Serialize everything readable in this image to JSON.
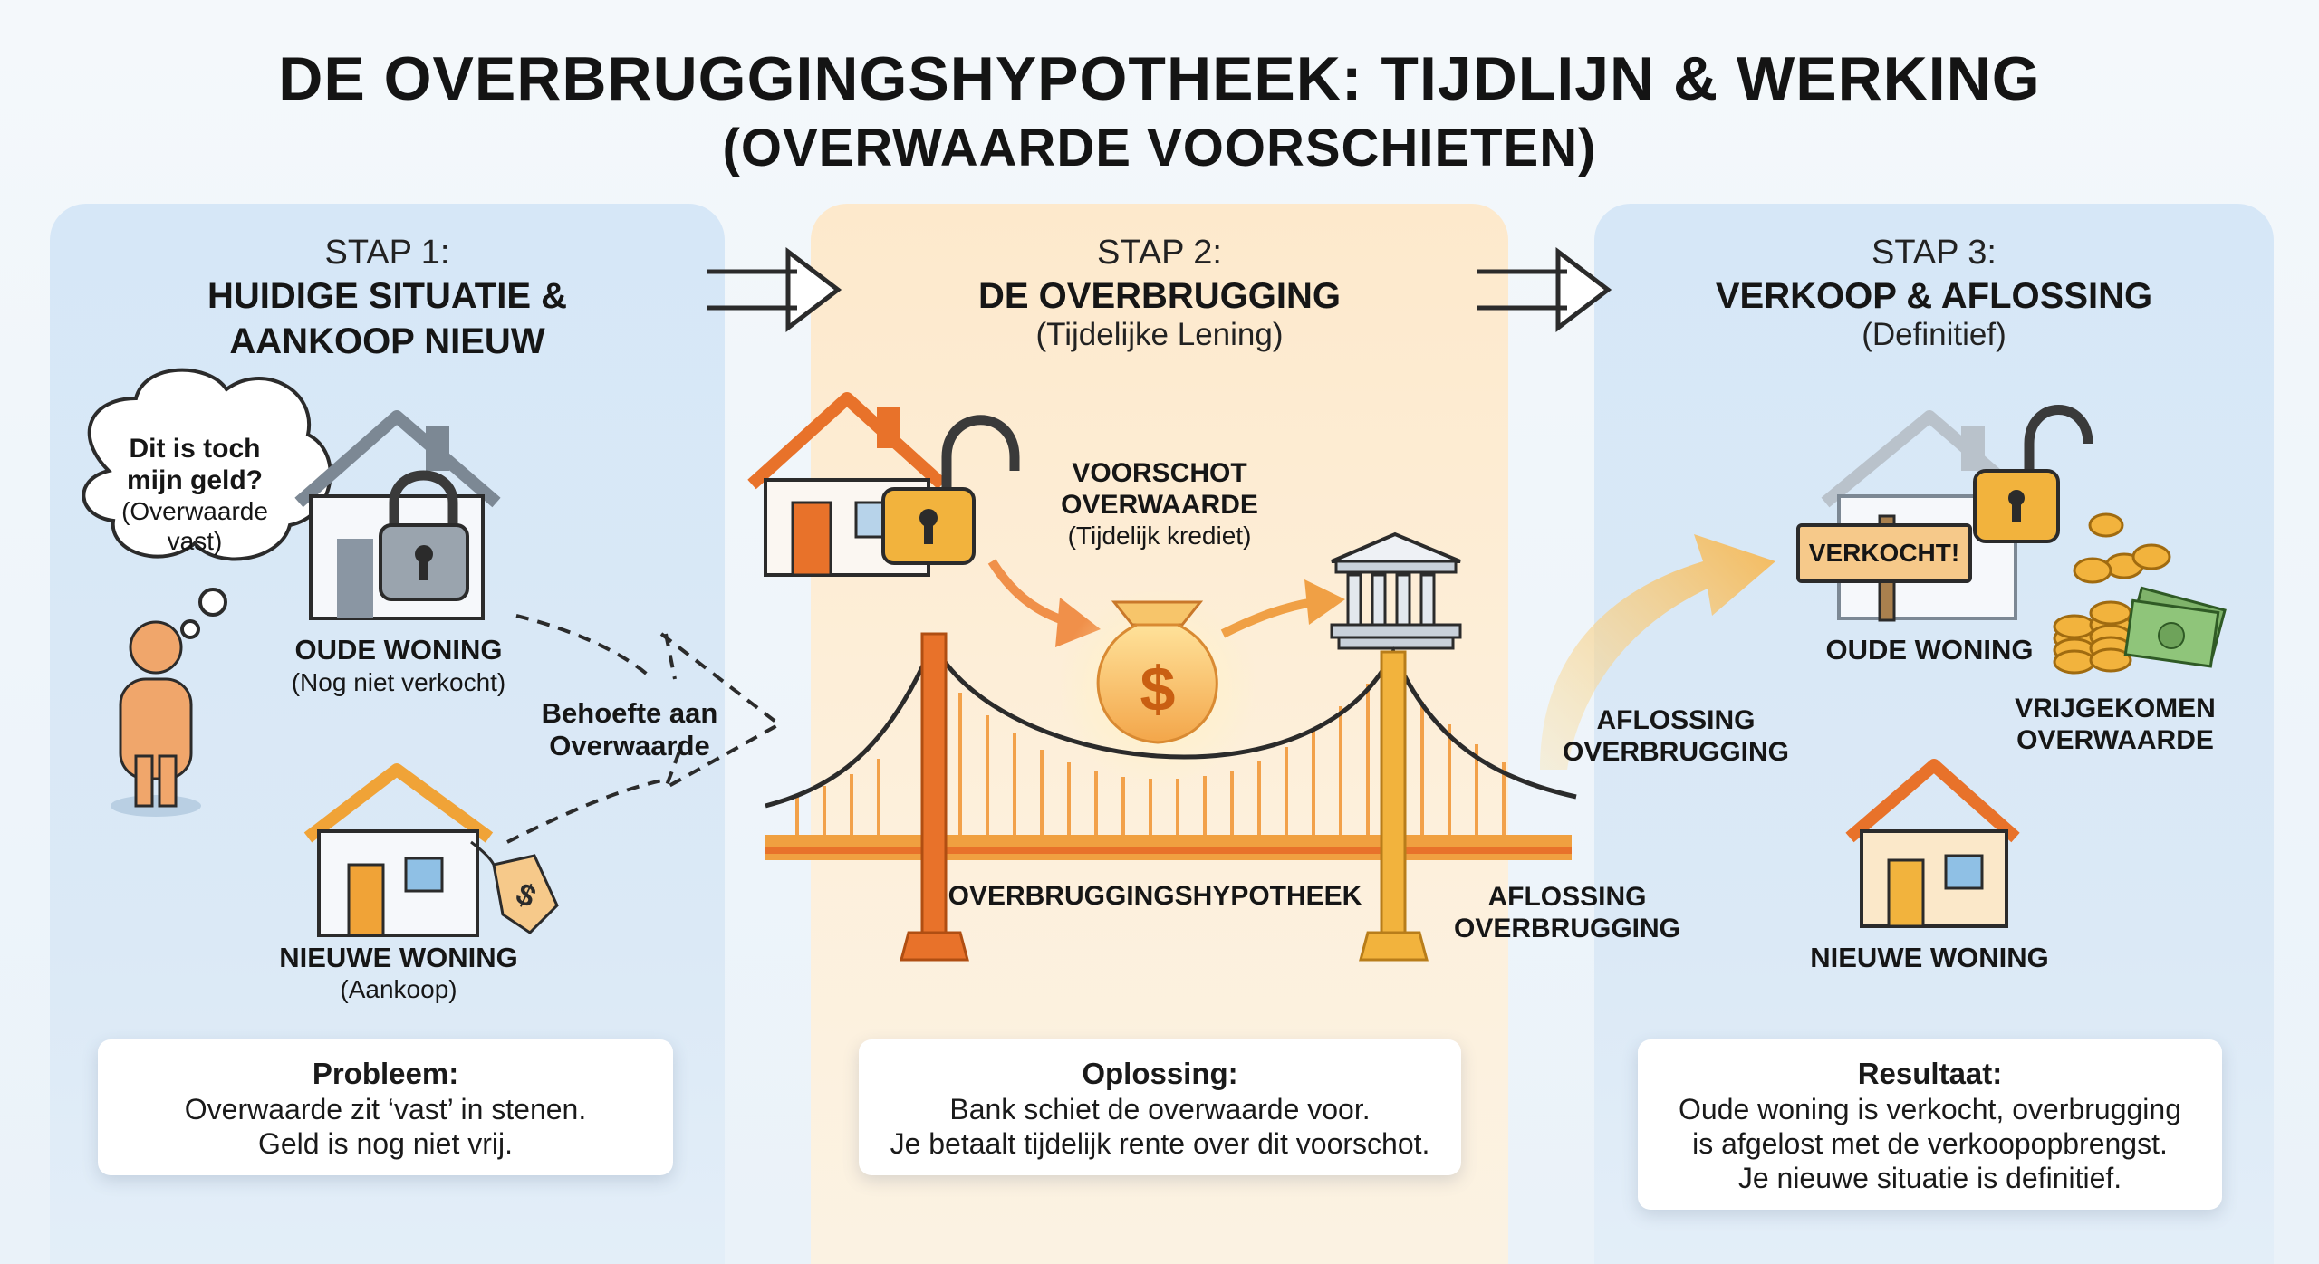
{
  "title": "DE OVERBRUGGINGSHYPOTHEEK: TIJDLIJN & WERKING",
  "subtitle": "(OVERWAARDE VOORSCHIETEN)",
  "colors": {
    "panel_blue": "#d6e7f7",
    "panel_orange": "#fde9cc",
    "accent_orange": "#e8722a",
    "accent_yellow": "#f2b33d",
    "house_gray": "#8a96a3"
  },
  "step1": {
    "label": "STAP 1:",
    "title_line1": "HUIDIGE SITUATIE &",
    "title_line2": "AANKOOP NIEUW",
    "thought_line1": "Dit is toch",
    "thought_line2": "mijn geld?",
    "thought_line3": "(Overwaarde",
    "thought_line4": "vast)",
    "old_home": "OUDE WONING",
    "old_home_sub": "(Nog niet verkocht)",
    "need_line1": "Behoefte aan",
    "need_line2": "Overwaarde",
    "new_home": "NIEUWE WONING",
    "new_home_sub": "(Aankoop)",
    "card_title": "Probleem:",
    "card_line1": "Overwaarde zit ‘vast’ in stenen.",
    "card_line2": "Geld is nog niet vrij."
  },
  "step2": {
    "label": "STAP 2:",
    "title": "DE OVERBRUGGING",
    "sub": "(Tijdelijke Lening)",
    "advance_line1": "VOORSCHOT",
    "advance_line2": "OVERWAARDE",
    "advance_sub": "(Tijdelijk krediet)",
    "bridge_label": "OVERBRUGGINGSHYPOTHEEK",
    "repay_line1": "AFLOSSING",
    "repay_line2": "OVERBRUGGING",
    "card_title": "Oplossing:",
    "card_line1": "Bank schiet de overwaarde voor.",
    "card_line2": "Je betaalt tijdelijk rente over dit voorschot."
  },
  "step3": {
    "label": "STAP 3:",
    "title": "VERKOOP & AFLOSSING",
    "sub": "(Definitief)",
    "sold_sign": "VERKOCHT!",
    "old_home": "OUDE WONING",
    "repay_line1": "AFLOSSING",
    "repay_line2": "OVERBRUGGING",
    "freed_line1": "VRIJGEKOMEN",
    "freed_line2": "OVERWAARDE",
    "new_home": "NIEUWE WONING",
    "card_title": "Resultaat:",
    "card_line1": "Oude woning is verkocht, overbrugging",
    "card_line2": "is afgelost met de verkoopopbrengst.",
    "card_line3": "Je nieuwe situatie is definitief."
  },
  "icons": [
    "house-icon",
    "lock-icon",
    "unlock-icon",
    "person-icon",
    "thought-bubble-icon",
    "price-tag-icon",
    "money-bag-icon",
    "bank-icon",
    "bridge-icon",
    "coins-icon",
    "banknotes-icon",
    "sold-sign-icon",
    "arrow-icon"
  ]
}
